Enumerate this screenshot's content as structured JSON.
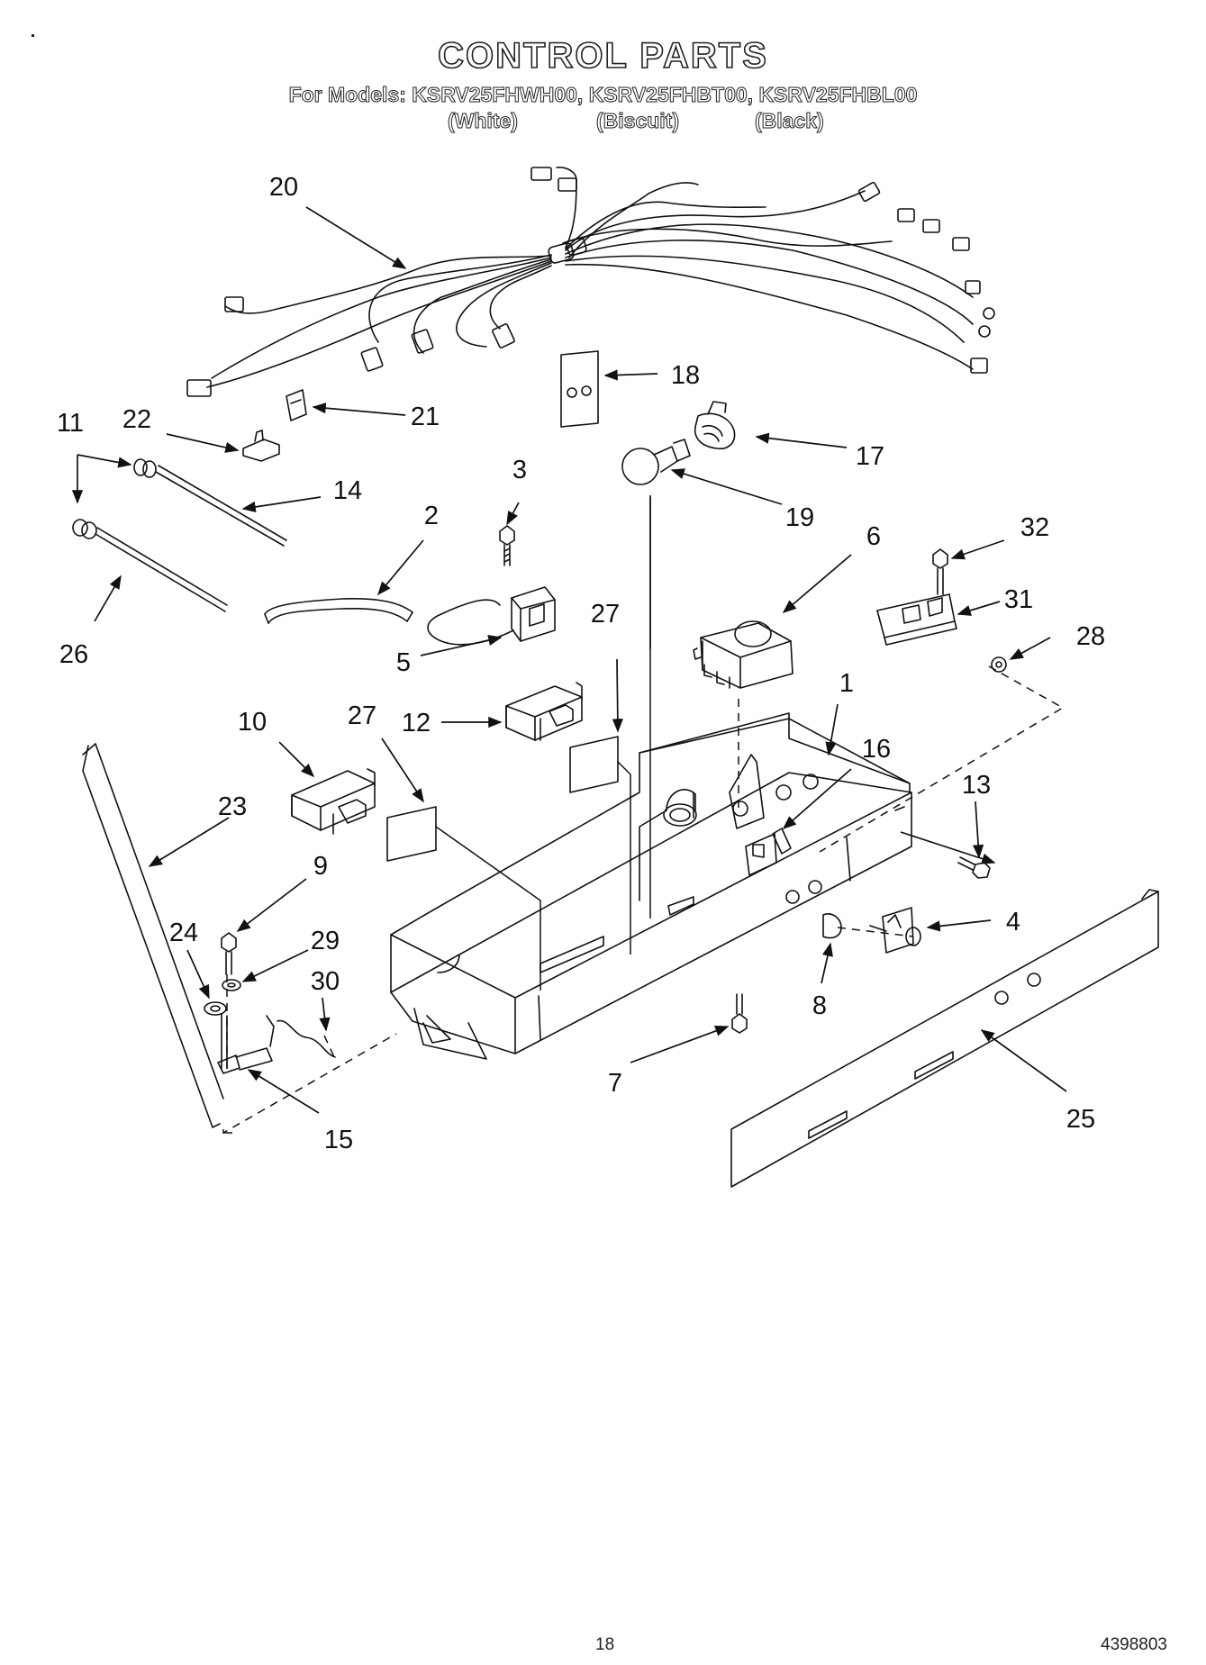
{
  "header": {
    "title": "CONTROL PARTS",
    "models_line": "For Models: KSRV25FHWH00, KSRV25FHBT00, KSRV25FHBL00",
    "variants": [
      "(White)",
      "(Biscuit)",
      "(Black)"
    ]
  },
  "callouts": [
    "20",
    "18",
    "21",
    "22",
    "11",
    "14",
    "3",
    "17",
    "19",
    "2",
    "6",
    "32",
    "31",
    "28",
    "26",
    "5",
    "27",
    "27",
    "1",
    "10",
    "12",
    "16",
    "13",
    "23",
    "9",
    "4",
    "24",
    "29",
    "30",
    "8",
    "7",
    "25",
    "15"
  ],
  "footer": {
    "page_number": "18",
    "doc_number": "4398803"
  }
}
